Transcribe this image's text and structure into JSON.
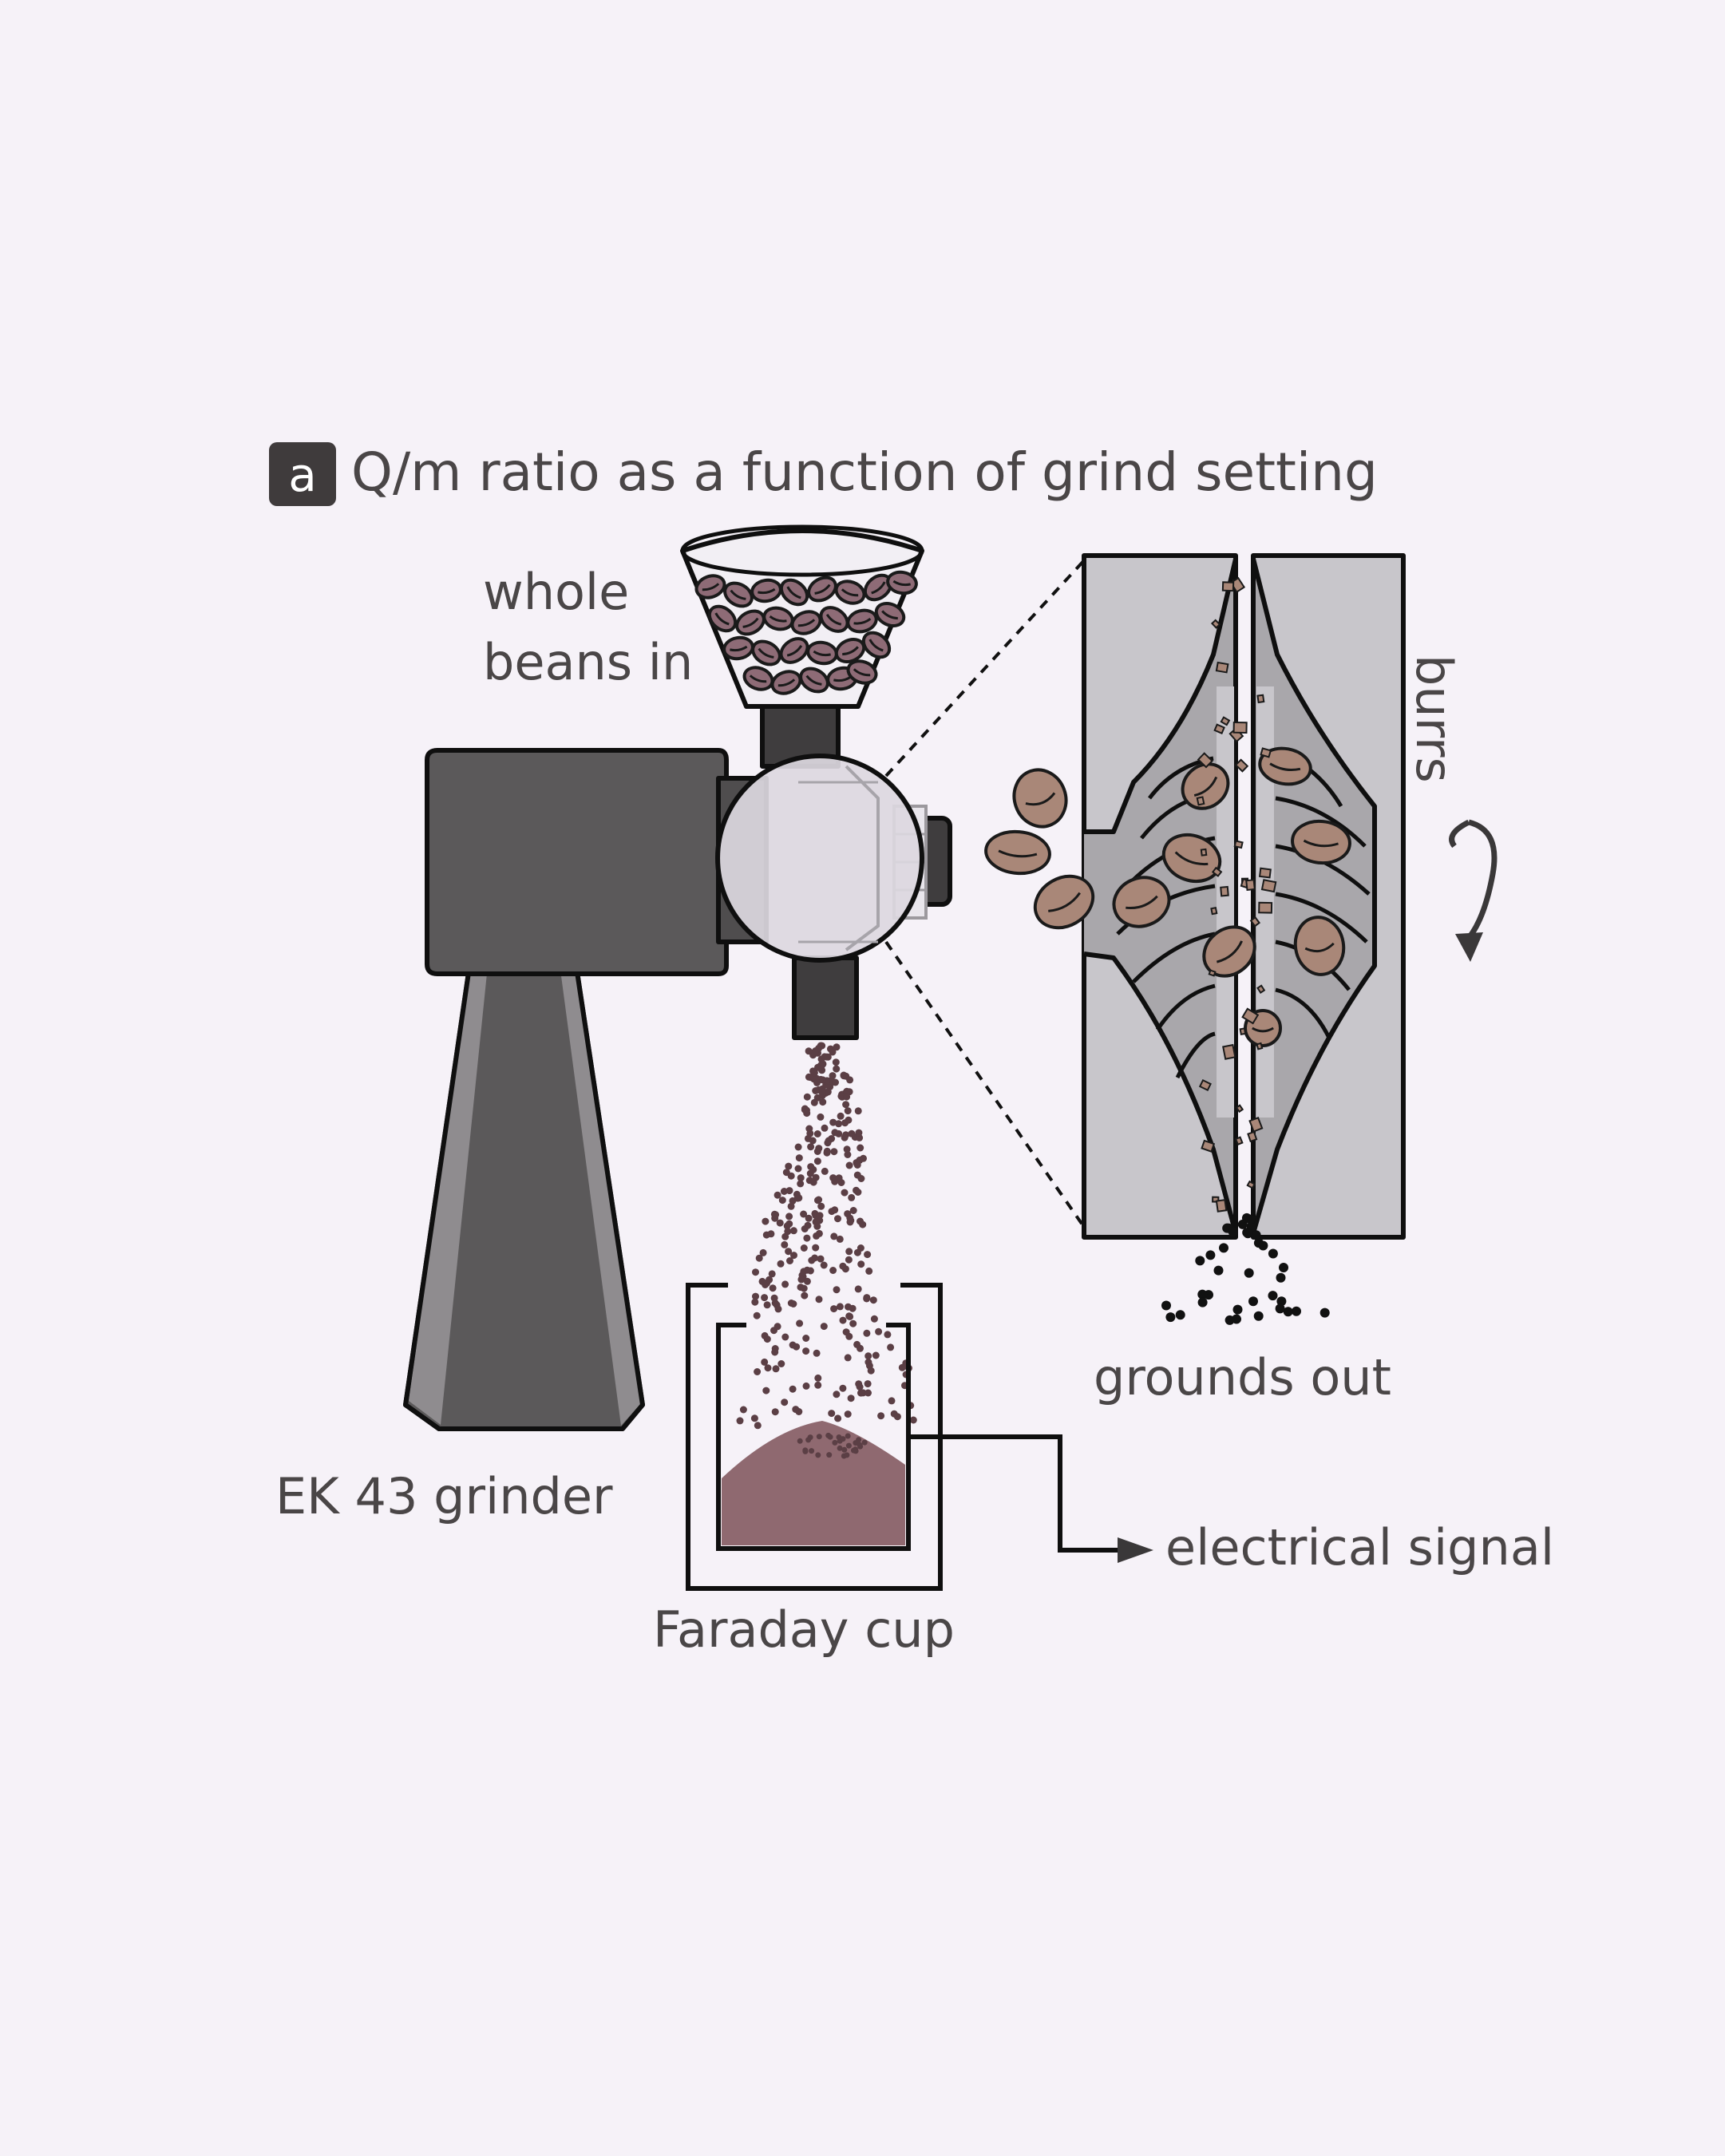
{
  "panel": {
    "letter": "a",
    "title": "Q/m ratio as a function of grind setting"
  },
  "labels": {
    "whole_beans_line1": "whole",
    "whole_beans_line2": "beans in",
    "burrs": "burrs",
    "grounds_out": "grounds out",
    "grinder": "EK 43 grinder",
    "faraday_cup": "Faraday cup",
    "electrical_signal": "electrical signal"
  },
  "colors": {
    "background": "#f6f2f8",
    "grinder_body": "#5b595a",
    "grinder_leg": "#8f8c8f",
    "burr_block": "#c8c6cb",
    "burr_inner": "#a9a7ab",
    "bean": "#a98778",
    "bean_in_hopper": "#8e6b76",
    "grounds": "#5b3f45",
    "cup_fill": "#8f6970",
    "text": "#4a4647"
  },
  "icons": {
    "rotation": "curved-rotation-arrow-icon",
    "signal_arrow": "arrow-right-icon"
  }
}
